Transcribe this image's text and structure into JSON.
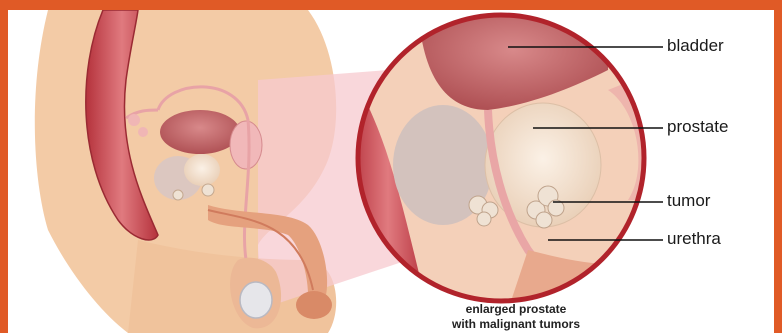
{
  "labels": {
    "bladder": "bladder",
    "prostate": "prostate",
    "tumor": "tumor",
    "urethra": "urethra"
  },
  "caption": {
    "line1": "enlarged prostate",
    "line2": "with malignant tumors"
  },
  "colors": {
    "frame": "#e05a26",
    "skin": "#f3cba6",
    "muscle": "#c8424c",
    "bladder": "#c9706e",
    "prostate": "#f6e6d6",
    "tumor": "#efe2d4",
    "circle_border": "#b1232b",
    "zoom_cone": "#f7c9cf"
  }
}
